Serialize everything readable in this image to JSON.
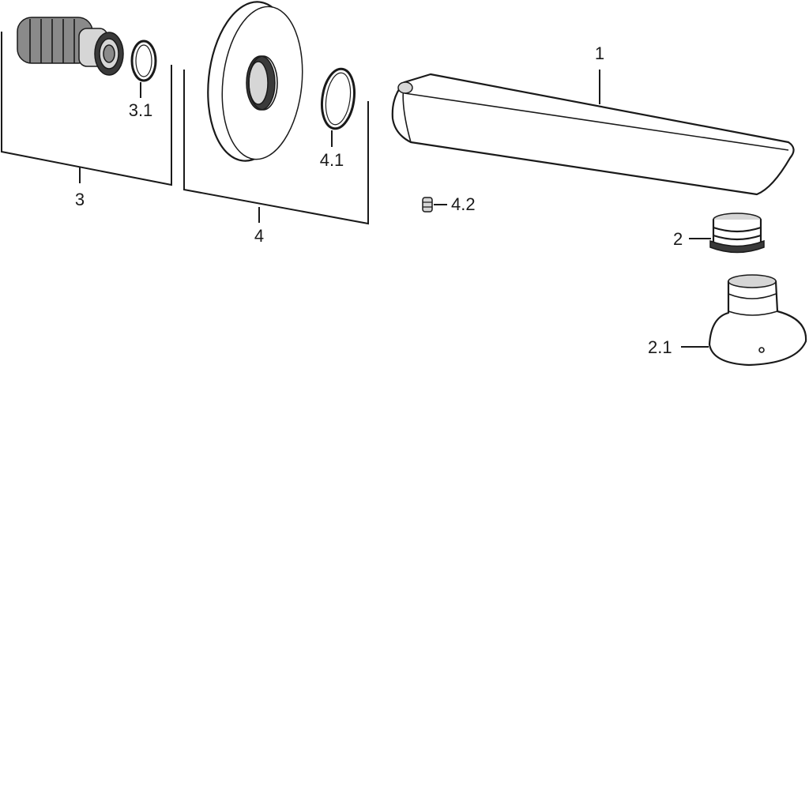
{
  "callouts": {
    "spout": "1",
    "aerator": "2",
    "aerator_cap": "2.1",
    "adapter_group": "3",
    "adapter_o_ring": "3.1",
    "rosette_group": "4",
    "rosette_o_ring": "4.1",
    "set_screw": "4.2"
  }
}
